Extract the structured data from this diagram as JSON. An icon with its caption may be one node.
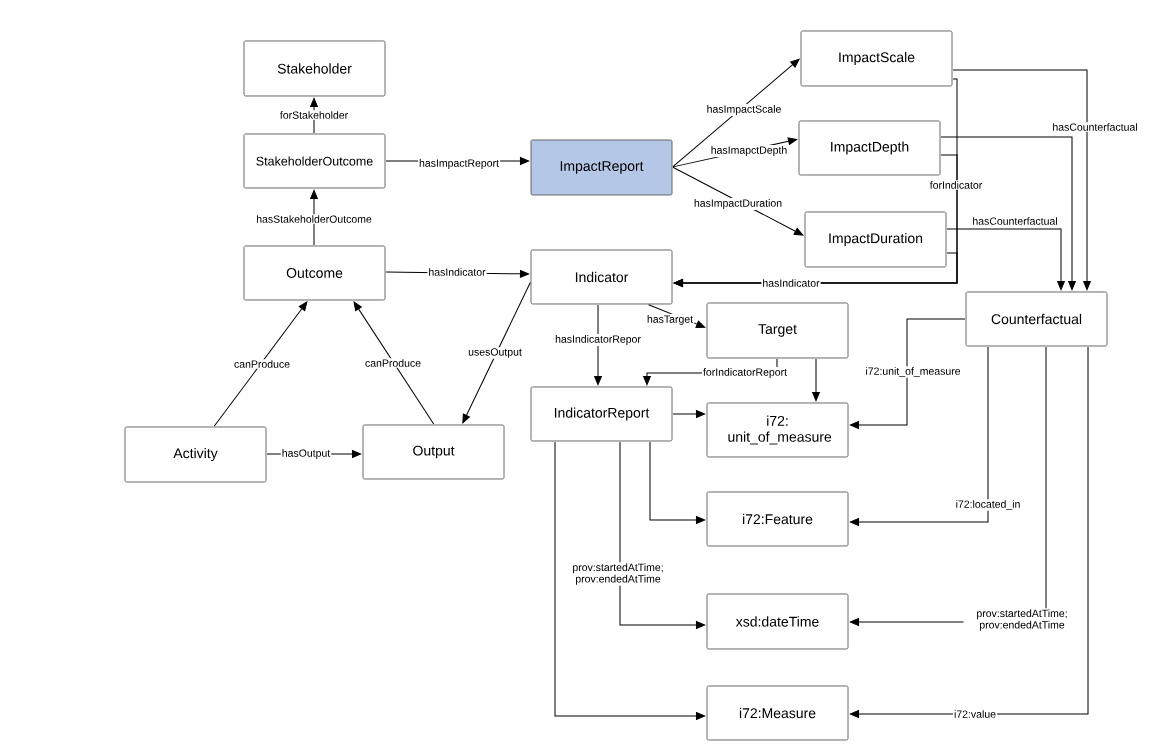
{
  "diagram": {
    "nodes": [
      {
        "text": [
          "Stakeholder"
        ]
      },
      {
        "text": [
          "StakeholderOutcome"
        ]
      },
      {
        "text": [
          "ImpactReport"
        ]
      },
      {
        "text": [
          "ImpactScale"
        ]
      },
      {
        "text": [
          "ImpactDepth"
        ]
      },
      {
        "text": [
          "ImpactDuration"
        ]
      },
      {
        "text": [
          "Outcome"
        ]
      },
      {
        "text": [
          "Indicator"
        ]
      },
      {
        "text": [
          "Target"
        ]
      },
      {
        "text": [
          "Counterfactual"
        ]
      },
      {
        "text": [
          "Activity"
        ]
      },
      {
        "text": [
          "Output"
        ]
      },
      {
        "text": [
          "IndicatorReport"
        ]
      },
      {
        "text": [
          "i72: unit_of_measure"
        ]
      },
      {
        "text": [
          "i72:Feature"
        ]
      },
      {
        "text": [
          "xsd:dateTime"
        ]
      },
      {
        "text": [
          "i72:Measure"
        ]
      }
    ],
    "edges": [
      {
        "from": 1,
        "to": 0,
        "arrow": "to",
        "label": "forStakeholder"
      },
      {
        "from": 6,
        "to": 1,
        "arrow": "to",
        "label": "hasStakeholderOutcome"
      },
      {
        "from": 1,
        "to": 2,
        "arrow": "to",
        "label": "hasImpactReport"
      },
      {
        "from": 2,
        "to": 3,
        "arrow": "to",
        "label": "hasImpactScale"
      },
      {
        "from": 2,
        "to": 4,
        "arrow": "to",
        "label": "hasImapctDepth"
      },
      {
        "from": 2,
        "to": 5,
        "arrow": "to",
        "label": "hasImpactDuration"
      },
      {
        "from": 6,
        "to": 7,
        "arrow": "to",
        "label": "hasIndicator"
      },
      {
        "from": 10,
        "to": 6,
        "arrow": "to",
        "label": "canProduce"
      },
      {
        "from": 11,
        "to": 6,
        "arrow": "to",
        "label": "canProduce"
      },
      {
        "from": 7,
        "to": 11,
        "arrow": "to",
        "label": "usesOutput"
      },
      {
        "from": 10,
        "to": 11,
        "arrow": "to",
        "label": "hasOutput"
      },
      {
        "from": 7,
        "to": 12,
        "arrow": "to",
        "label": "hasIndicatorRepor"
      },
      {
        "from": 7,
        "to": 8,
        "arrow": "to",
        "label": "hasTarget"
      },
      {
        "from": 8,
        "to": 12,
        "arrow": "to",
        "label": "forIndicatorReport"
      },
      {
        "from": 8,
        "to": 13,
        "arrow": "to"
      },
      {
        "from": 12,
        "to": 13,
        "arrow": "to"
      },
      {
        "from": 12,
        "to": 14,
        "arrow": "to"
      },
      {
        "from": 12,
        "to": 15,
        "arrow": "to",
        "label": "prov:startedAtTime; prov:endedAtTime"
      },
      {
        "from": 12,
        "to": 16,
        "arrow": "to"
      },
      {
        "from": 3,
        "to": 7,
        "arrow": "to",
        "label": "forIndicator"
      },
      {
        "from": 4,
        "to": 7,
        "arrow": "to"
      },
      {
        "from": 5,
        "to": 7,
        "arrow": "to",
        "label": "hasIndicator"
      },
      {
        "from": 3,
        "to": 9,
        "arrow": "to",
        "label": "hasCounterfactual"
      },
      {
        "from": 4,
        "to": 9,
        "arrow": "to"
      },
      {
        "from": 5,
        "to": 9,
        "arrow": "to",
        "label": "hasCounterfactual"
      },
      {
        "from": 9,
        "to": 13,
        "arrow": "to",
        "label": "i72:unit_of_measure"
      },
      {
        "from": 9,
        "to": 14,
        "arrow": "to",
        "label": "i72:located_in"
      },
      {
        "from": 9,
        "to": 15,
        "arrow": "to",
        "label": "prov:startedAtTime; prov:endedAtTime"
      },
      {
        "from": 9,
        "to": 16,
        "arrow": "to",
        "label": "i72:value"
      }
    ]
  }
}
